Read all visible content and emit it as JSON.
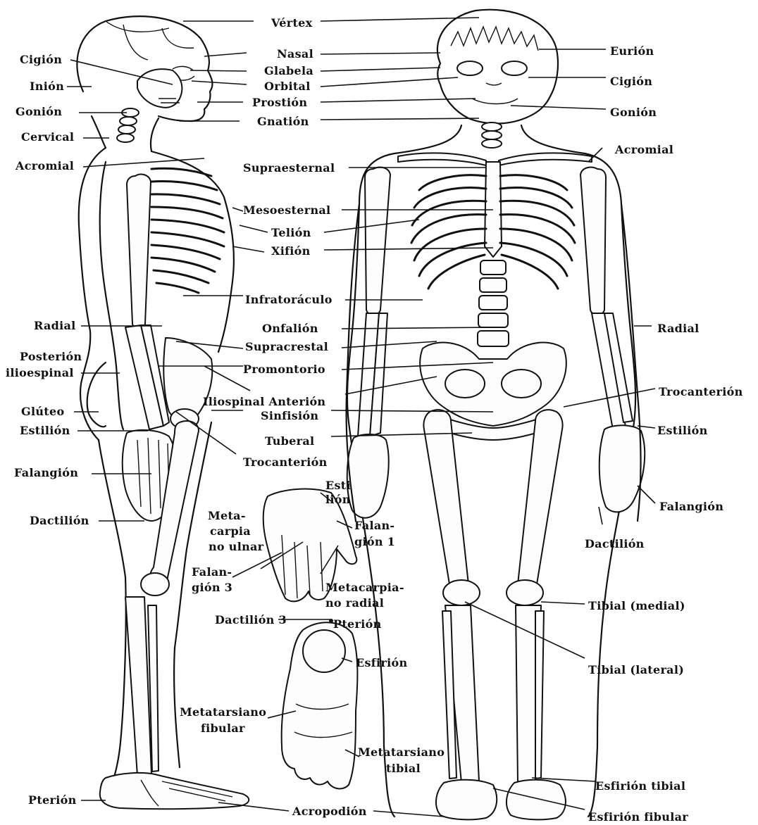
{
  "diagram": {
    "labels": {
      "vertex": "Vértex",
      "nasal": "Nasal",
      "glabela": "Glabela",
      "orbital": "Orbital",
      "prostion": "Prostión",
      "gnation": "Gnatión",
      "supraesternal": "Supraesternal",
      "mesoesternal": "Mesoesternal",
      "telion": "Telión",
      "xifion": "Xifión",
      "infratoraculo": "Infratoráculo",
      "onfalion": "Onfalión",
      "supracrestal": "Supracrestal",
      "promontorio": "Promontorio",
      "iliospinal_anterion": "Iliospinal Anterión",
      "sinfision": "Sinfisión",
      "tuberal": "Tuberal",
      "trocanterion_center": "Trocanterión",
      "left_cigion": "Cigión",
      "left_inion": "Inión",
      "left_gonion": "Gonión",
      "left_cervical": "Cervical",
      "left_acromial": "Acromial",
      "left_radial": "Radial",
      "left_posterion_1": "Posterión",
      "left_posterion_2": "ilioespinal",
      "left_gluteo": "Glúteo",
      "left_estilion": "Estilión",
      "left_falangion": "Falangión",
      "left_dactilion": "Dactilión",
      "left_pterion": "Pterión",
      "acropodion": "Acropodión",
      "right_eurion": "Eurión",
      "right_cigion": "Cigión",
      "right_gonion": "Gonión",
      "right_acromial": "Acromial",
      "right_radial": "Radial",
      "right_trocanterion": "Trocanterión",
      "right_estilion": "Estilión",
      "right_falangion": "Falangión",
      "right_dactilion": "Dactilión",
      "tibial_medial": "Tibial (medial)",
      "tibial_lateral": "Tibial (lateral)",
      "esfirion_tibial": "Esfirión tibial",
      "esfirion_fibular": "Esfirión fibular",
      "hand_estilion_1": "Esti",
      "hand_estilion_2": "lión",
      "hand_falangion1_1": "Falan-",
      "hand_falangion1_2": "gión 1",
      "hand_metacarpiano_ulnar_1": "Meta-",
      "hand_metacarpiano_ulnar_2": "carpia",
      "hand_metacarpiano_ulnar_3": "no ulnar",
      "hand_falangion3_1": "Falan-",
      "hand_falangion3_2": "gión 3",
      "hand_metacarpiano_radial_1": "Metacarpia-",
      "hand_metacarpiano_radial_2": "no radial",
      "hand_dactilion3": "Dactilión 3",
      "foot_pterion": "Pterión",
      "foot_esfirion": "Esfirión",
      "foot_metatarsiano_fibular_1": "Metatarsiano",
      "foot_metatarsiano_fibular_2": "fibular",
      "foot_metatarsiano_tibial_1": "Metatarsiano",
      "foot_metatarsiano_tibial_2": "tibial"
    }
  }
}
